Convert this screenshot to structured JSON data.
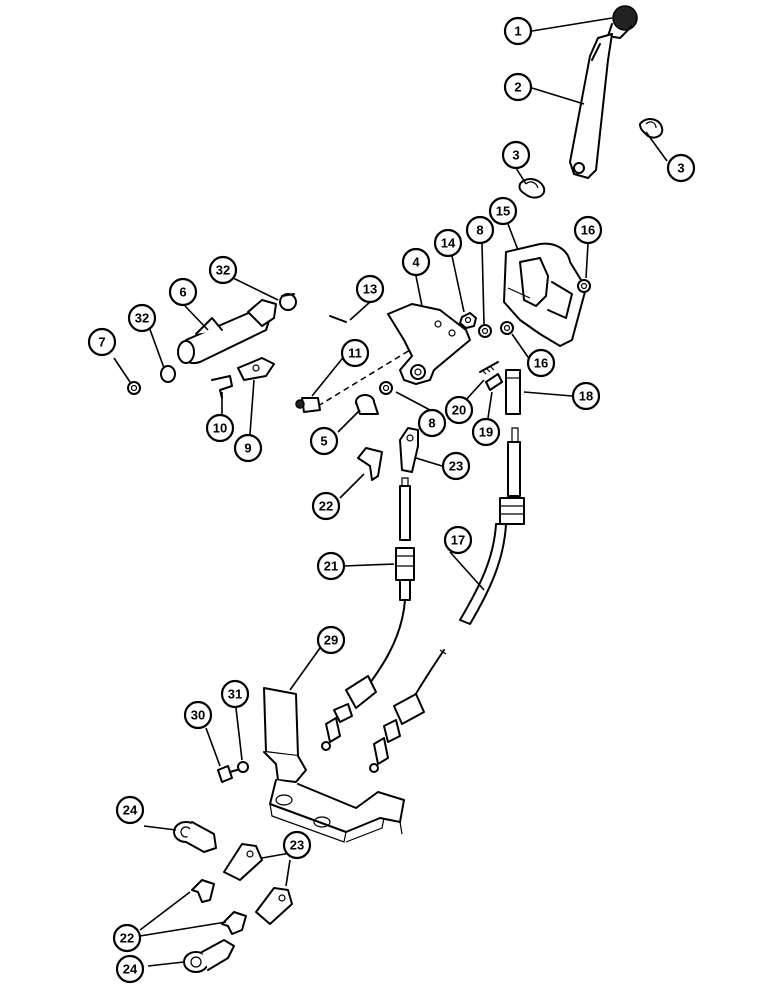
{
  "callouts": [
    {
      "id": "c1",
      "label": "1"
    },
    {
      "id": "c2",
      "label": "2"
    },
    {
      "id": "c3a",
      "label": "3"
    },
    {
      "id": "c3b",
      "label": "3"
    },
    {
      "id": "c4",
      "label": "4"
    },
    {
      "id": "c5",
      "label": "5"
    },
    {
      "id": "c6",
      "label": "6"
    },
    {
      "id": "c7",
      "label": "7"
    },
    {
      "id": "c8a",
      "label": "8"
    },
    {
      "id": "c8b",
      "label": "8"
    },
    {
      "id": "c9",
      "label": "9"
    },
    {
      "id": "c10",
      "label": "10"
    },
    {
      "id": "c11",
      "label": "11"
    },
    {
      "id": "c13",
      "label": "13"
    },
    {
      "id": "c14",
      "label": "14"
    },
    {
      "id": "c15",
      "label": "15"
    },
    {
      "id": "c16a",
      "label": "16"
    },
    {
      "id": "c16b",
      "label": "16"
    },
    {
      "id": "c17",
      "label": "17"
    },
    {
      "id": "c18",
      "label": "18"
    },
    {
      "id": "c19",
      "label": "19"
    },
    {
      "id": "c20",
      "label": "20"
    },
    {
      "id": "c21",
      "label": "21"
    },
    {
      "id": "c22a",
      "label": "22"
    },
    {
      "id": "c22b",
      "label": "22"
    },
    {
      "id": "c23a",
      "label": "23"
    },
    {
      "id": "c23b",
      "label": "23"
    },
    {
      "id": "c24a",
      "label": "24"
    },
    {
      "id": "c24b",
      "label": "24"
    },
    {
      "id": "c29",
      "label": "29"
    },
    {
      "id": "c30",
      "label": "30"
    },
    {
      "id": "c31",
      "label": "31"
    },
    {
      "id": "c32a",
      "label": "32"
    },
    {
      "id": "c32b",
      "label": "32"
    }
  ]
}
